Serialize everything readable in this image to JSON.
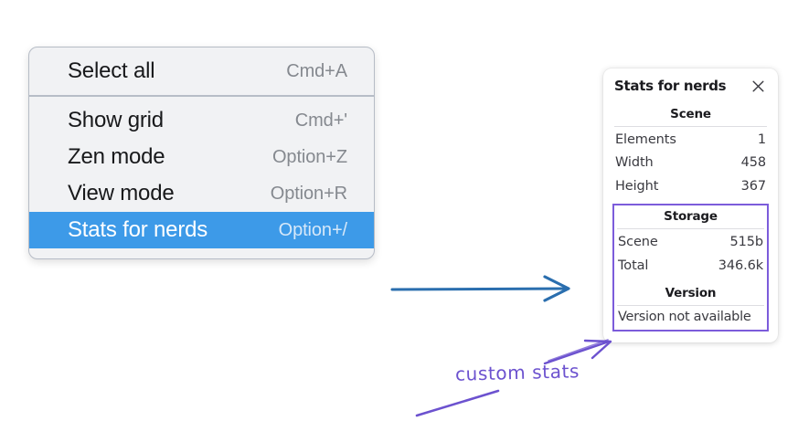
{
  "colors": {
    "menu_background": "#f1f2f4",
    "menu_border": "#b6bcc6",
    "menu_selected": "#3d9ae8",
    "annotation_purple": "#6c52cf",
    "highlight_border": "#7c5cdb",
    "annotation_blue": "#2a6eae",
    "panel_background": "#ffffff",
    "page_background": "#ffffff"
  },
  "context_menu": {
    "groups": [
      {
        "items": [
          {
            "label": "Select all",
            "shortcut": "Cmd+A",
            "selected": false
          }
        ]
      },
      {
        "items": [
          {
            "label": "Show grid",
            "shortcut": "Cmd+'",
            "selected": false
          },
          {
            "label": "Zen mode",
            "shortcut": "Option+Z",
            "selected": false
          },
          {
            "label": "View mode",
            "shortcut": "Option+R",
            "selected": false
          },
          {
            "label": "Stats for nerds",
            "shortcut": "Option+/",
            "selected": true
          }
        ]
      }
    ]
  },
  "stats_panel": {
    "title": "Stats for nerds",
    "close_icon": "close-icon",
    "sections": [
      {
        "heading": "Scene",
        "highlighted": false,
        "rows": [
          {
            "key": "Elements",
            "value": "1"
          },
          {
            "key": "Width",
            "value": "458"
          },
          {
            "key": "Height",
            "value": "367"
          }
        ]
      },
      {
        "heading": "Storage",
        "highlighted": true,
        "rows": [
          {
            "key": "Scene",
            "value": "515b"
          },
          {
            "key": "Total",
            "value": "346.6k"
          }
        ]
      },
      {
        "heading": "Version",
        "highlighted": true,
        "rows": [],
        "note": "Version not available"
      }
    ]
  },
  "annotations": {
    "handwritten_label": "custom stats",
    "blue_arrow_name": "blue-arrow-menu-to-panel",
    "purple_arrow_name": "purple-arrow-to-storage-box"
  }
}
